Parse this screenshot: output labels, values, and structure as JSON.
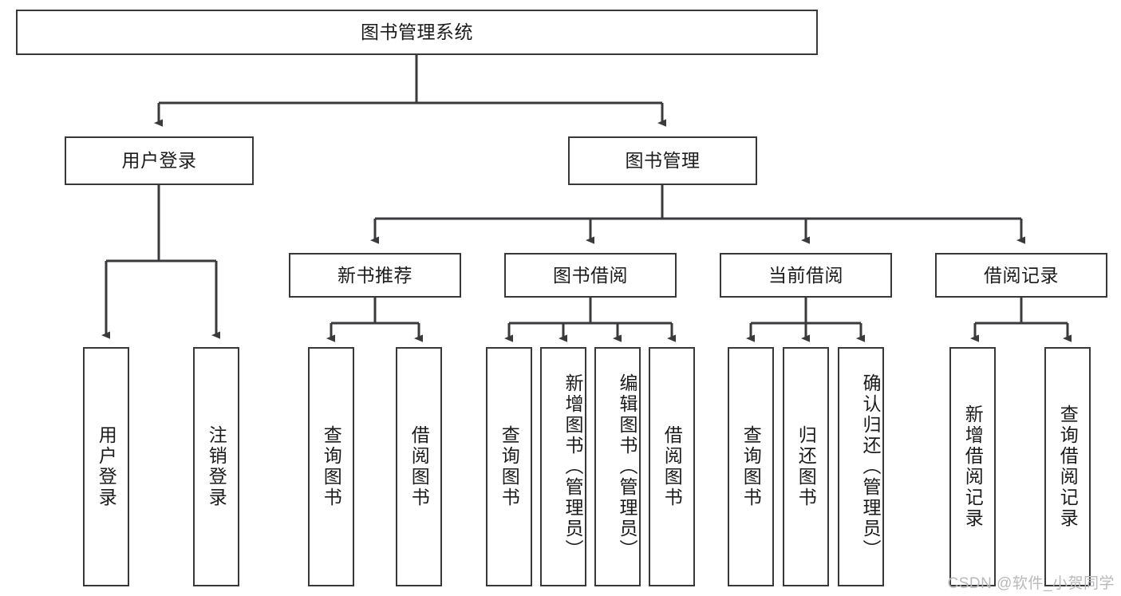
{
  "diagram": {
    "type": "tree-hierarchy",
    "title": "图书管理系统",
    "orientation": "top-down",
    "colors": {
      "box_border": "#38383a",
      "box_fill": "#ffffff",
      "edge": "#3a3a3c",
      "text": "#1b1b1b",
      "watermark": "#b9b9bb",
      "background": "#ffffff"
    },
    "nodes": {
      "root": {
        "label": "图书管理系统",
        "level": 1,
        "orientation": "horizontal"
      },
      "user_login": {
        "label": "用户登录",
        "level": 2,
        "orientation": "horizontal"
      },
      "book_manage": {
        "label": "图书管理",
        "level": 2,
        "orientation": "horizontal"
      },
      "new_book_rec": {
        "label": "新书推荐",
        "level": 3,
        "orientation": "horizontal"
      },
      "book_borrow": {
        "label": "图书借阅",
        "level": 3,
        "orientation": "horizontal"
      },
      "current_borrow": {
        "label": "当前借阅",
        "level": 3,
        "orientation": "horizontal"
      },
      "borrow_record": {
        "label": "借阅记录",
        "level": 3,
        "orientation": "horizontal"
      },
      "leaf_user_login": {
        "label": "用户登录",
        "level": 4,
        "orientation": "vertical"
      },
      "leaf_logout": {
        "label": "注销登录",
        "level": 4,
        "orientation": "vertical"
      },
      "leaf_query_book_1": {
        "label": "查询图书",
        "level": 4,
        "orientation": "vertical"
      },
      "leaf_borrow_book_1": {
        "label": "借阅图书",
        "level": 4,
        "orientation": "vertical"
      },
      "leaf_query_book_2": {
        "label": "查询图书",
        "level": 4,
        "orientation": "vertical"
      },
      "leaf_add_book": {
        "label": "新增图书（管理员）",
        "level": 4,
        "orientation": "vertical"
      },
      "leaf_edit_book": {
        "label": "编辑图书（管理员）",
        "level": 4,
        "orientation": "vertical"
      },
      "leaf_borrow_book_2": {
        "label": "借阅图书",
        "level": 4,
        "orientation": "vertical"
      },
      "leaf_query_book_3": {
        "label": "查询图书",
        "level": 4,
        "orientation": "vertical"
      },
      "leaf_return_book": {
        "label": "归还图书",
        "level": 4,
        "orientation": "vertical"
      },
      "leaf_confirm_return": {
        "label": "确认归还（管理员）",
        "level": 4,
        "orientation": "vertical"
      },
      "leaf_add_record": {
        "label": "新增借阅记录",
        "level": 4,
        "orientation": "vertical"
      },
      "leaf_query_record": {
        "label": "查询借阅记录",
        "level": 4,
        "orientation": "vertical"
      }
    },
    "edges": [
      {
        "from": "root",
        "to": "user_login"
      },
      {
        "from": "root",
        "to": "book_manage"
      },
      {
        "from": "user_login",
        "to": "leaf_user_login"
      },
      {
        "from": "user_login",
        "to": "leaf_logout"
      },
      {
        "from": "book_manage",
        "to": "new_book_rec"
      },
      {
        "from": "book_manage",
        "to": "book_borrow"
      },
      {
        "from": "book_manage",
        "to": "current_borrow"
      },
      {
        "from": "book_manage",
        "to": "borrow_record"
      },
      {
        "from": "new_book_rec",
        "to": "leaf_query_book_1"
      },
      {
        "from": "new_book_rec",
        "to": "leaf_borrow_book_1"
      },
      {
        "from": "book_borrow",
        "to": "leaf_query_book_2"
      },
      {
        "from": "book_borrow",
        "to": "leaf_add_book"
      },
      {
        "from": "book_borrow",
        "to": "leaf_edit_book"
      },
      {
        "from": "book_borrow",
        "to": "leaf_borrow_book_2"
      },
      {
        "from": "current_borrow",
        "to": "leaf_query_book_3"
      },
      {
        "from": "current_borrow",
        "to": "leaf_return_book"
      },
      {
        "from": "current_borrow",
        "to": "leaf_confirm_return"
      },
      {
        "from": "borrow_record",
        "to": "leaf_add_record"
      },
      {
        "from": "borrow_record",
        "to": "leaf_query_record"
      }
    ]
  },
  "watermark": {
    "text": "CSDN @软件_小贺同学"
  }
}
